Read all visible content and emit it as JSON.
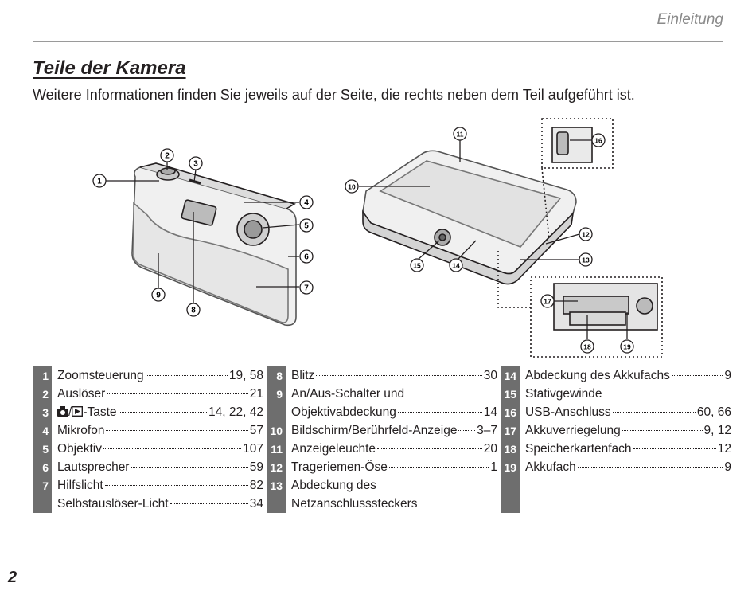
{
  "header": {
    "section": "Einleitung"
  },
  "title": "Teile der Kamera",
  "intro": "Weitere Informationen finden Sie jeweils auf der Seite, die rechts neben dem Teil aufgeführt ist.",
  "callouts": [
    "1",
    "2",
    "3",
    "4",
    "5",
    "6",
    "7",
    "8",
    "9",
    "10",
    "11",
    "12",
    "13",
    "14",
    "15",
    "16",
    "17",
    "18",
    "19"
  ],
  "icons": {
    "camera": "camera-mode-icon",
    "play": "playback-icon",
    "separator": "/"
  },
  "parts": {
    "col1": [
      {
        "n": "1",
        "label": "Zoomsteuerung",
        "pages": "19, 58"
      },
      {
        "n": "2",
        "label": "Auslöser",
        "pages": "21"
      },
      {
        "n": "3",
        "label": "-Taste",
        "pages": "14, 22, 42"
      },
      {
        "n": "4",
        "label": "Mikrofon",
        "pages": "57"
      },
      {
        "n": "5",
        "label": "Objektiv",
        "pages": "107"
      },
      {
        "n": "6",
        "label": "Lautsprecher",
        "pages": "59"
      },
      {
        "n": "7",
        "label": "Hilfslicht",
        "pages": "82",
        "label2": "Selbstauslöser-Licht",
        "pages2": "34"
      }
    ],
    "col2": [
      {
        "n": "8",
        "label": "Blitz",
        "pages": "30"
      },
      {
        "n": "9",
        "label": "An/Aus-Schalter und",
        "label2": "Objektivabdeckung",
        "pages2": "14"
      },
      {
        "n": "10",
        "label": "Bildschirm/Berührfeld-Anzeige",
        "pages": "3–7"
      },
      {
        "n": "11",
        "label": "Anzeigeleuchte",
        "pages": "20"
      },
      {
        "n": "12",
        "label": "Trageriemen-Öse",
        "pages": "1"
      },
      {
        "n": "13",
        "label": "Abdeckung des",
        "label2": "Netzanschlusssteckers"
      }
    ],
    "col3": [
      {
        "n": "14",
        "label": "Abdeckung des Akkufachs",
        "pages": "9"
      },
      {
        "n": "15",
        "label": "Stativgewinde"
      },
      {
        "n": "16",
        "label": "USB-Anschluss",
        "pages": "60, 66"
      },
      {
        "n": "17",
        "label": "Akkuverriegelung",
        "pages": "9, 12"
      },
      {
        "n": "18",
        "label": "Speicherkartenfach",
        "pages": "12"
      },
      {
        "n": "19",
        "label": "Akkufach",
        "pages": "9"
      }
    ]
  },
  "page_number": "2"
}
